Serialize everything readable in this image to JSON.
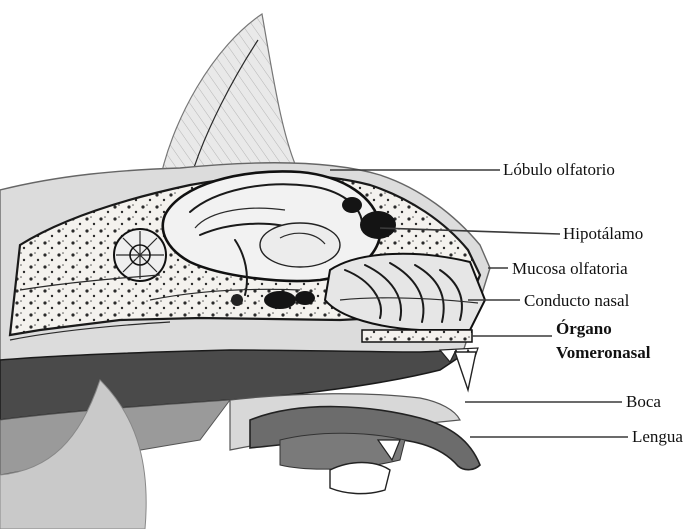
{
  "labels": {
    "olfactory_lobe": "Lóbulo olfatorio",
    "hypothalamus": "Hipotálamo",
    "olfactory_mucosa": "Mucosa olfatoria",
    "nasal_duct": "Conducto nasal",
    "vomeronasal_line1": "Órgano",
    "vomeronasal_line2": "Vomeronasal",
    "mouth": "Boca",
    "tongue": "Lengua"
  }
}
